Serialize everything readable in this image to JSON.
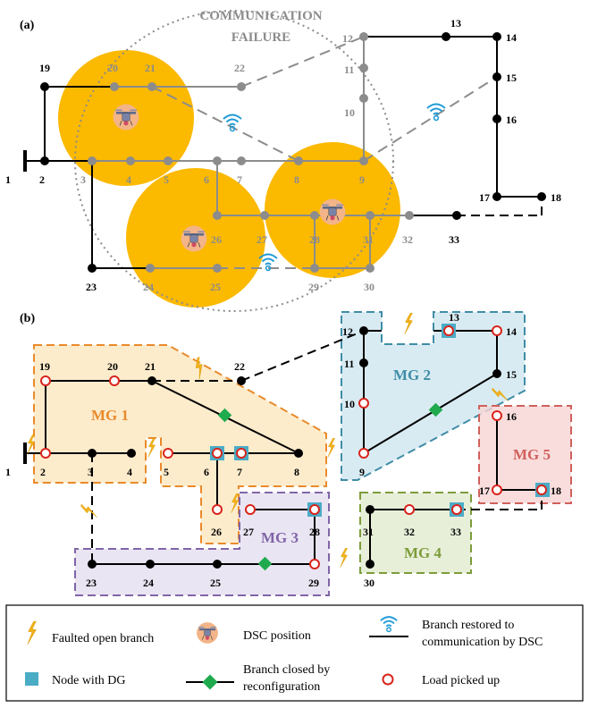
{
  "panel_a": {
    "label": "(a)",
    "failure_title_1": "COMMUNICATION",
    "failure_title_2": "FAILURE",
    "nodes": [
      "1",
      "2",
      "3",
      "4",
      "5",
      "6",
      "7",
      "8",
      "9",
      "10",
      "11",
      "12",
      "13",
      "14",
      "15",
      "16",
      "17",
      "18",
      "19",
      "20",
      "21",
      "22",
      "23",
      "24",
      "25",
      "26",
      "27",
      "28",
      "29",
      "30",
      "31",
      "32",
      "33"
    ]
  },
  "panel_b": {
    "label": "(b)",
    "microgrids": [
      "MG 1",
      "MG 2",
      "MG 3",
      "MG 4",
      "MG 5"
    ],
    "nodes": [
      "1",
      "2",
      "3",
      "4",
      "5",
      "6",
      "7",
      "8",
      "9",
      "10",
      "11",
      "12",
      "13",
      "14",
      "15",
      "16",
      "17",
      "18",
      "19",
      "20",
      "21",
      "22",
      "23",
      "24",
      "25",
      "26",
      "27",
      "28",
      "29",
      "30",
      "31",
      "32",
      "33"
    ]
  },
  "legend": {
    "faulted": "Faulted open branch",
    "dsc": "DSC position",
    "restored_1": "Branch restored to",
    "restored_2": "communication by DSC",
    "dg": "Node with DG",
    "closed_1": "Branch closed by",
    "closed_2": "reconfiguration",
    "load": "Load picked up"
  },
  "colors": {
    "dsc_area": "#fbb900",
    "mg1": "#e98a2b",
    "mg2": "#3f8da6",
    "mg3": "#8065a8",
    "mg4": "#7d9c3b",
    "mg5": "#d0605c",
    "dg": "#4bacc6",
    "load": "#d9241c",
    "closed": "#1faa4e",
    "wifi": "#1e9ad6"
  }
}
